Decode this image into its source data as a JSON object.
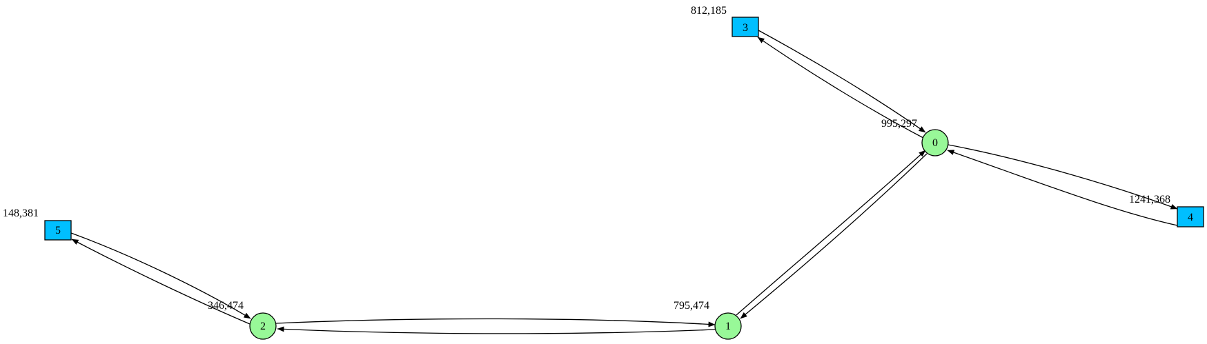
{
  "colors": {
    "host_fill": "#98f898",
    "switch_fill": "#00bfff",
    "stroke": "#000000",
    "background": "#ffffff"
  },
  "nodes": [
    {
      "id": "0",
      "shape": "circle",
      "coord_label": "995,297"
    },
    {
      "id": "1",
      "shape": "circle",
      "coord_label": "795,474"
    },
    {
      "id": "2",
      "shape": "circle",
      "coord_label": "346,474"
    },
    {
      "id": "3",
      "shape": "square",
      "coord_label": "812,185"
    },
    {
      "id": "4",
      "shape": "square",
      "coord_label": "1241,368"
    },
    {
      "id": "5",
      "shape": "square",
      "coord_label": "148,381"
    }
  ],
  "edges": [
    {
      "from": "3",
      "to": "0"
    },
    {
      "from": "0",
      "to": "3"
    },
    {
      "from": "0",
      "to": "4"
    },
    {
      "from": "4",
      "to": "0"
    },
    {
      "from": "1",
      "to": "0"
    },
    {
      "from": "0",
      "to": "1"
    },
    {
      "from": "2",
      "to": "1"
    },
    {
      "from": "1",
      "to": "2"
    },
    {
      "from": "5",
      "to": "2"
    },
    {
      "from": "2",
      "to": "5"
    }
  ]
}
